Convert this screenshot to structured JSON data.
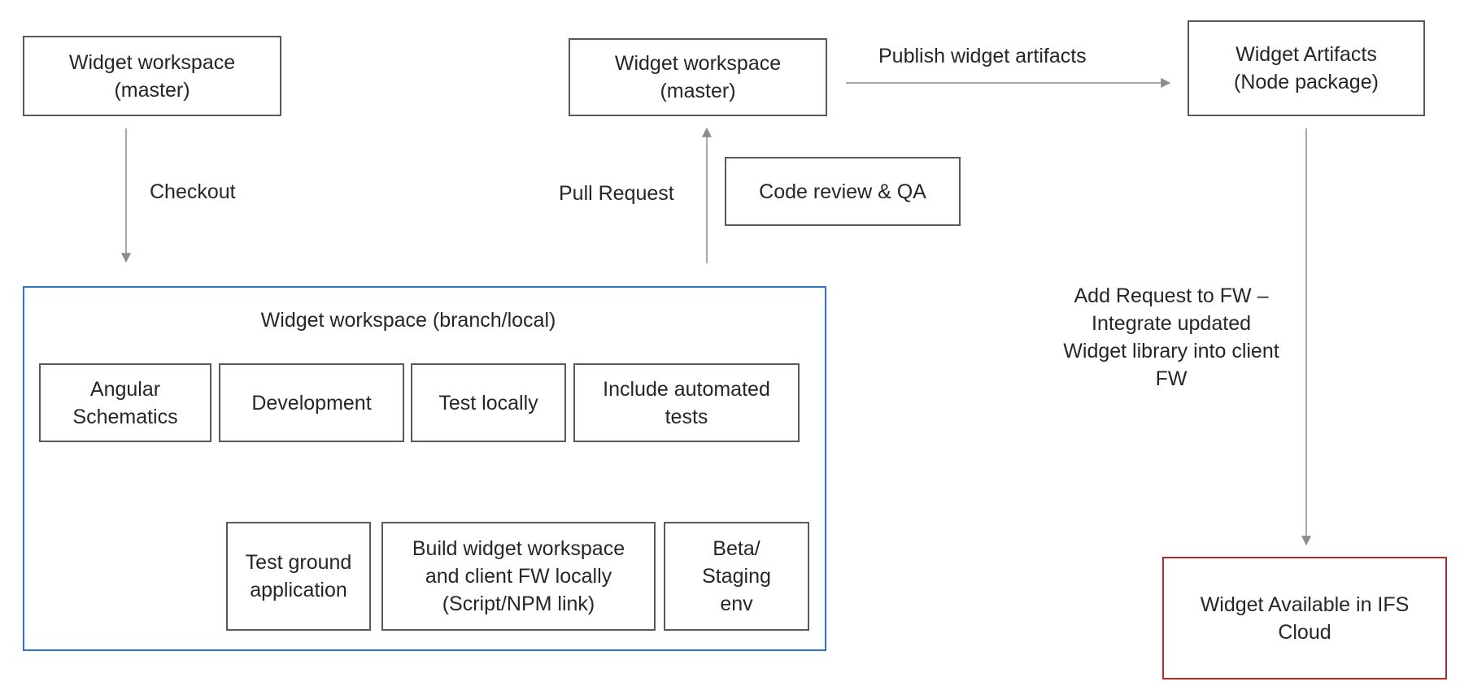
{
  "nodes": {
    "master_left": "Widget workspace\n(master)",
    "master_mid": "Widget workspace\n(master)",
    "artifacts": "Widget Artifacts\n(Node package)",
    "code_review": "Code review & QA",
    "branch_title": "Widget workspace (branch/local)",
    "angular": "Angular\nSchematics",
    "development": "Development",
    "test_locally": "Test locally",
    "automated": "Include automated\ntests",
    "test_ground": "Test ground\napplication",
    "build": "Build widget workspace\nand client FW locally\n(Script/NPM link)",
    "beta": "Beta/\nStaging\nenv",
    "available": "Widget Available in IFS\nCloud"
  },
  "labels": {
    "checkout": "Checkout",
    "pull_request": "Pull Request",
    "publish": "Publish widget artifacts",
    "add_request": "Add Request to FW –\nIntegrate updated\nWidget library into client\nFW"
  },
  "colors": {
    "border": "#595959",
    "branch_border": "#2e75c6",
    "available_border": "#b22a2a",
    "arrow": "#8c8c8c",
    "text": "#262626"
  }
}
